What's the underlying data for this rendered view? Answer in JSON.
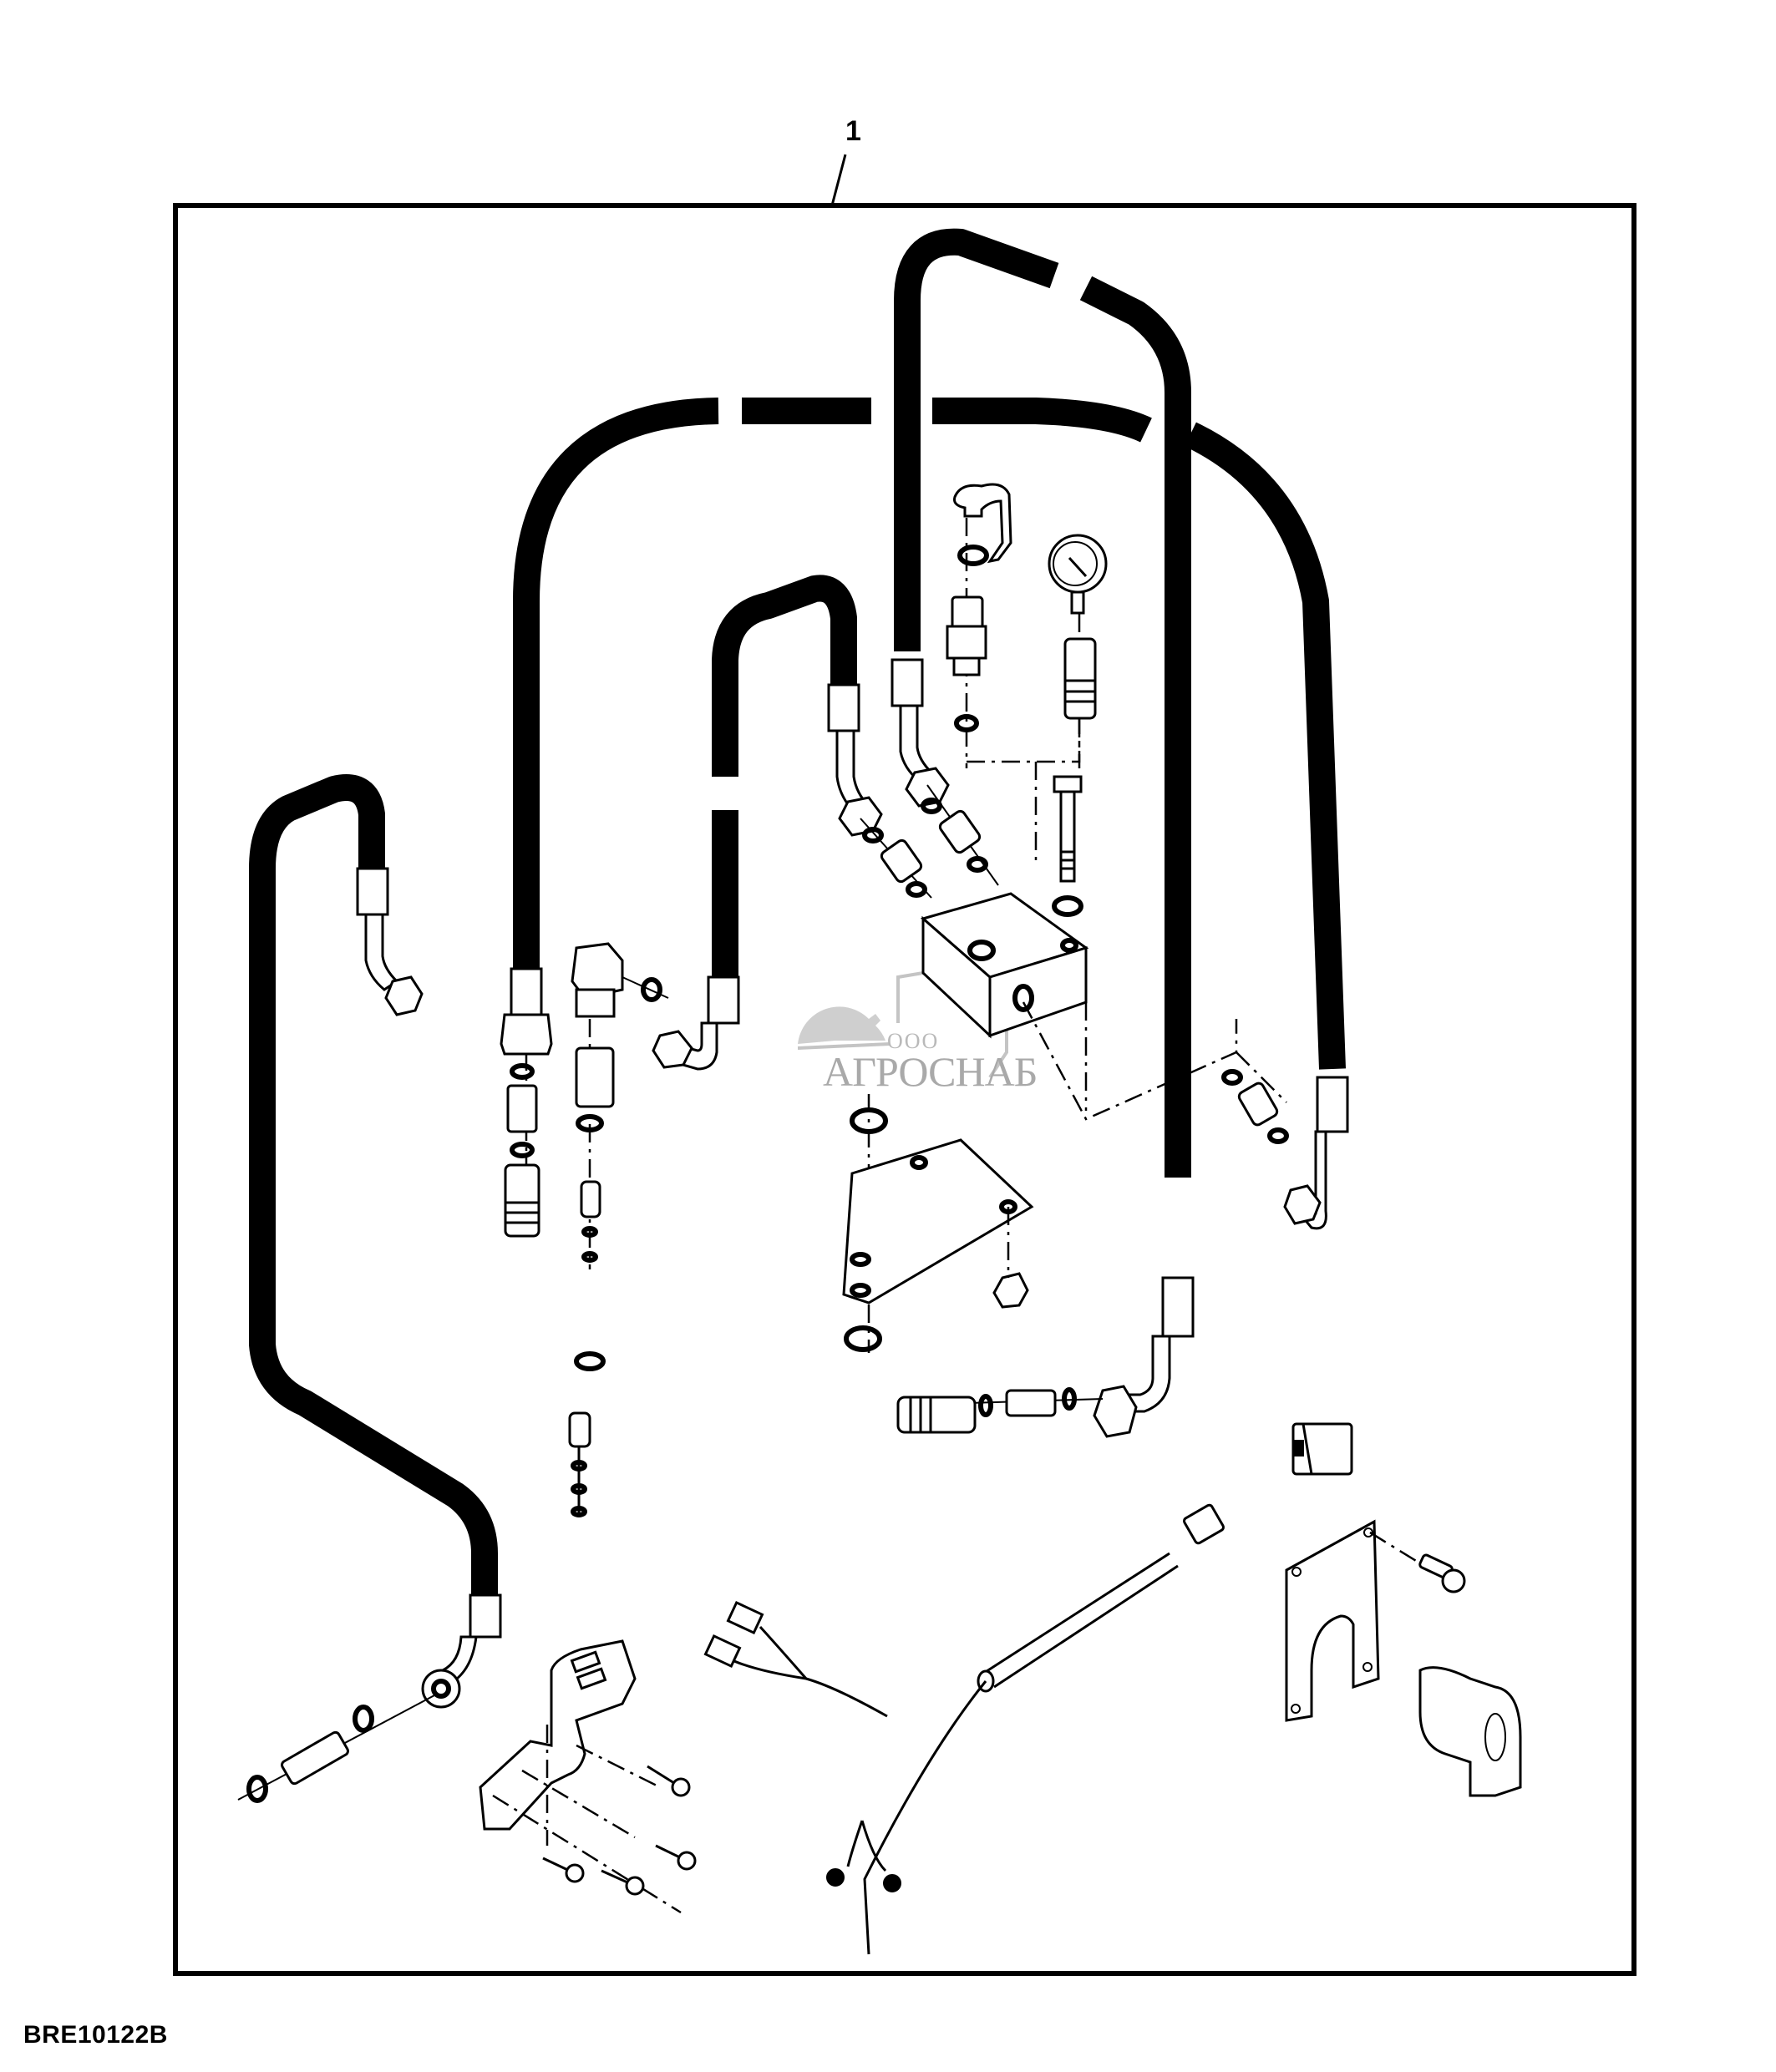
{
  "diagram": {
    "callout_number": "1",
    "figure_code": "BRE10122B",
    "watermark": {
      "prefix": "ООО",
      "company": "АГРОСНАБ"
    },
    "type": "exploded parts view",
    "components": [
      {
        "id": "hydraulic-hoses",
        "label": "Hydraulic hoses"
      },
      {
        "id": "manifold-block",
        "label": "Manifold block"
      },
      {
        "id": "pressure-gauge",
        "label": "Pressure gauge"
      },
      {
        "id": "dust-cap",
        "label": "Dust cap"
      },
      {
        "id": "quick-couplers",
        "label": "Quick couplers"
      },
      {
        "id": "adapters",
        "label": "Adapter fittings"
      },
      {
        "id": "o-rings",
        "label": "O-rings"
      },
      {
        "id": "mounting-plate",
        "label": "Mounting plate"
      },
      {
        "id": "bolt",
        "label": "Cap screw"
      },
      {
        "id": "lock-nut",
        "label": "Lock nut"
      },
      {
        "id": "washers",
        "label": "Washers"
      },
      {
        "id": "wiring-harness",
        "label": "Wiring harness"
      },
      {
        "id": "switch",
        "label": "Rocker switch"
      },
      {
        "id": "switch-bracket",
        "label": "Switch bracket"
      },
      {
        "id": "harness-bracket",
        "label": "Harness bracket"
      },
      {
        "id": "tapping-screws",
        "label": "Tapping screws"
      },
      {
        "id": "solenoid-holder",
        "label": "Grommet / holder"
      },
      {
        "id": "inline-filter",
        "label": "Inline fitting"
      }
    ]
  }
}
